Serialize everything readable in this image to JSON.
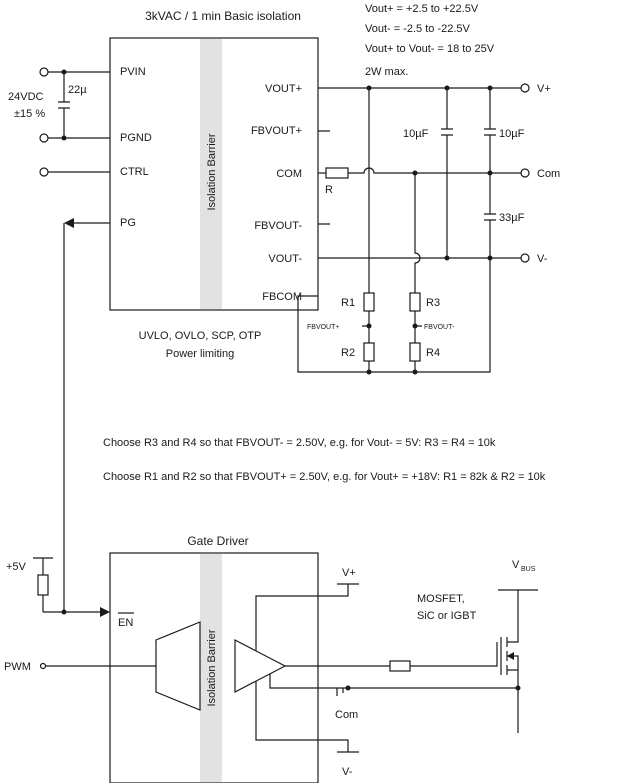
{
  "isolated_dcdc": {
    "header": "3kVAC / 1 min Basic isolation",
    "barrier_label": "Isolation Barrier",
    "pins_left": [
      "PVIN",
      "PGND",
      "CTRL",
      "PG"
    ],
    "pins_right": [
      "VOUT+",
      "FBVOUT+",
      "COM",
      "FBVOUT-",
      "VOUT-",
      "FBCOM"
    ],
    "footnote_line1": "UVLO, OVLO, SCP, OTP",
    "footnote_line2": "Power limiting"
  },
  "input": {
    "voltage": "24VDC",
    "tolerance": "±15 %",
    "cap": "22µ"
  },
  "output_specs": [
    "Vout+ = +2.5 to +22.5V",
    "Vout- = -2.5 to -22.5V",
    "Vout+ to Vout- = 18 to 25V",
    "2W max."
  ],
  "output_terminals": [
    "V+",
    "Com",
    "V-"
  ],
  "components": {
    "c1": "10µF",
    "c2": "10µF",
    "c3": "33µF",
    "r": "R",
    "r1": "R1",
    "r2": "R2",
    "r3": "R3",
    "r4": "R4",
    "fb_pos": "FBVOUT+",
    "fb_neg": "FBVOUT-"
  },
  "notes": [
    "Choose R3 and R4 so that FBVOUT- = 2.50V, e.g. for Vout- = 5V: R3 = R4 = 10k",
    "Choose R1 and R2 so that FBVOUT+ = 2.50V, e.g. for Vout+ = +18V: R1 = 82k & R2 = 10k"
  ],
  "gate_driver": {
    "title": "Gate Driver",
    "barrier_label": "Isolation Barrier",
    "en_pin": "EN",
    "pwm": "PWM",
    "supply": "+5V",
    "vpos": "V+",
    "com": "Com",
    "vneg": "V-"
  },
  "mosfet": {
    "line1": "MOSFET,",
    "line2": "SiC or IGBT",
    "vbus_main": "V",
    "vbus_sub": "BUS"
  }
}
